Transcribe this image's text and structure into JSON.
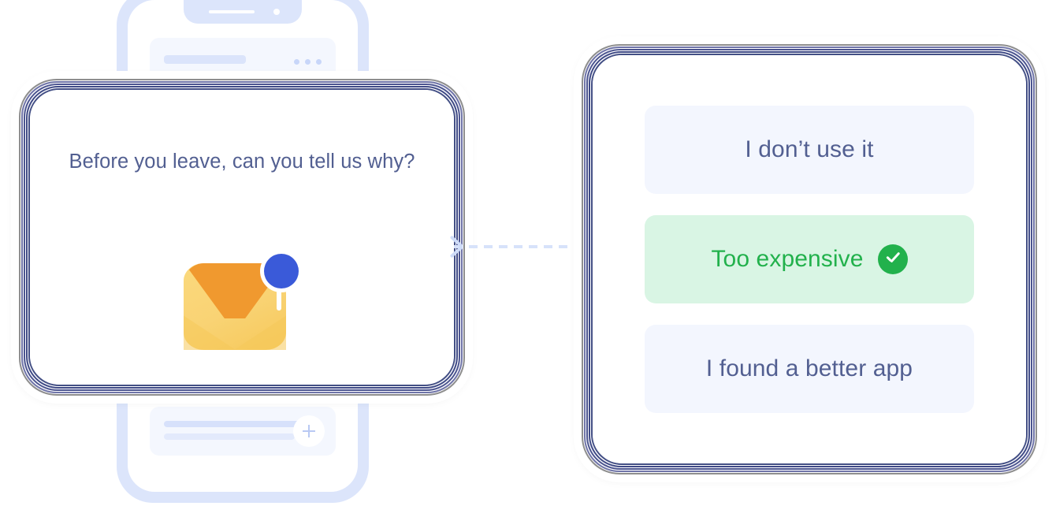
{
  "theme": {
    "page_background": "#ffffff",
    "card_surface": "#ffffff",
    "frame_ring_navy": "#434f85",
    "frame_ring_violet": "#5a5f9e",
    "frame_ring_shadow": "#8b8b8b",
    "text_primary": "#525f91",
    "option_neutral_bg": "#f3f6fe",
    "option_selected_bg": "#d9f5e4",
    "option_selected_text": "#22b14c",
    "check_badge": "#22b14c",
    "phone_frame": "#dce5fb",
    "phone_placeholder": "#dbe4fb",
    "envelope_flap": "#f0992f",
    "envelope_body": "#f9d374",
    "notification_badge": "#3a5ad9",
    "connector_line": "#d7e2fa"
  },
  "phone_mockup": {
    "name": "phone-device-mockup",
    "notch": "speaker-and-camera",
    "top_card": {
      "title_placeholder": "",
      "menu_icon": "ellipsis-icon",
      "avatar": "avatar-placeholder",
      "lines": [
        "",
        ""
      ]
    },
    "bottom_card": {
      "lines": [
        "",
        ""
      ],
      "action_icon": "plus-icon"
    }
  },
  "survey_card": {
    "prompt": "Before you leave, can you tell us why?",
    "illustration": {
      "name": "envelope-illustration",
      "badge_icon": "notification-badge-icon",
      "pin_icon": "pin-stem-icon"
    }
  },
  "connector": {
    "name": "dashed-arrow-connector",
    "style": "dashed",
    "direction": "right",
    "arrow_icon": "arrowhead-right-icon"
  },
  "options_card": {
    "options": [
      {
        "label": "I don’t use it",
        "state": "neutral",
        "icon": ""
      },
      {
        "label": "Too expensive",
        "state": "selected",
        "icon": "check-circle-icon"
      },
      {
        "label": "I found a better app",
        "state": "neutral",
        "icon": ""
      }
    ]
  }
}
